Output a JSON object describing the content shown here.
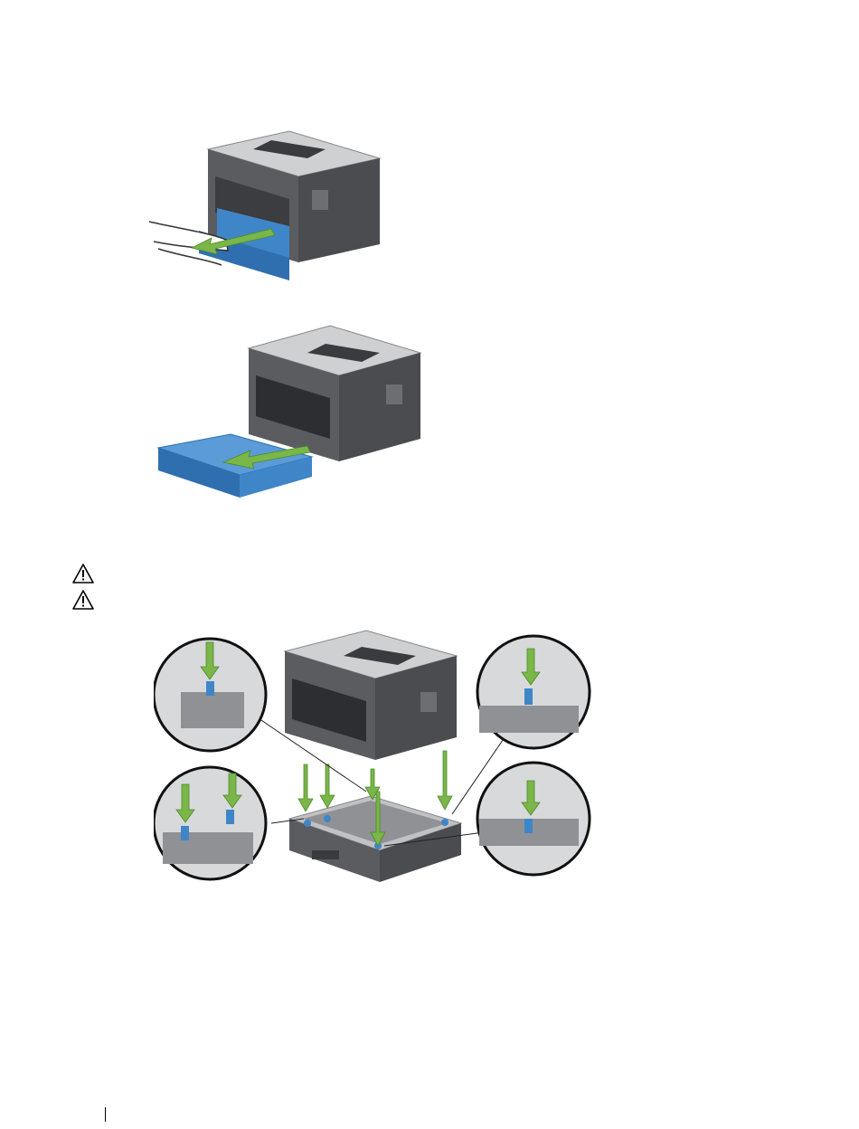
{
  "page": {
    "background": "#ffffff"
  },
  "figures": [
    {
      "name": "pull-tray-out",
      "icons": [
        "printer-illustration",
        "hand-illustration",
        "green-arrow-icon"
      ],
      "tray_color": "#3f86c8",
      "arrow_color": "#7ab648"
    },
    {
      "name": "remove-tray",
      "icons": [
        "printer-illustration",
        "paper-tray-illustration",
        "green-arrow-icon"
      ],
      "tray_color": "#3f86c8",
      "arrow_color": "#7ab648"
    },
    {
      "name": "mount-printer-on-feeder",
      "icons": [
        "printer-illustration",
        "feeder-illustration",
        "magnified-pin-detail",
        "green-arrow-icon"
      ],
      "pin_color": "#3f86c8",
      "arrow_color": "#7ab648"
    }
  ],
  "warnings": [
    {
      "icon": "warning-triangle-icon",
      "text": ""
    },
    {
      "icon": "warning-triangle-icon",
      "text": ""
    }
  ],
  "colors": {
    "printer_body": "#5a5c60",
    "printer_top": "#cfd0d2",
    "tray_blue": "#3f86c8",
    "arrow_green": "#7ab648"
  }
}
